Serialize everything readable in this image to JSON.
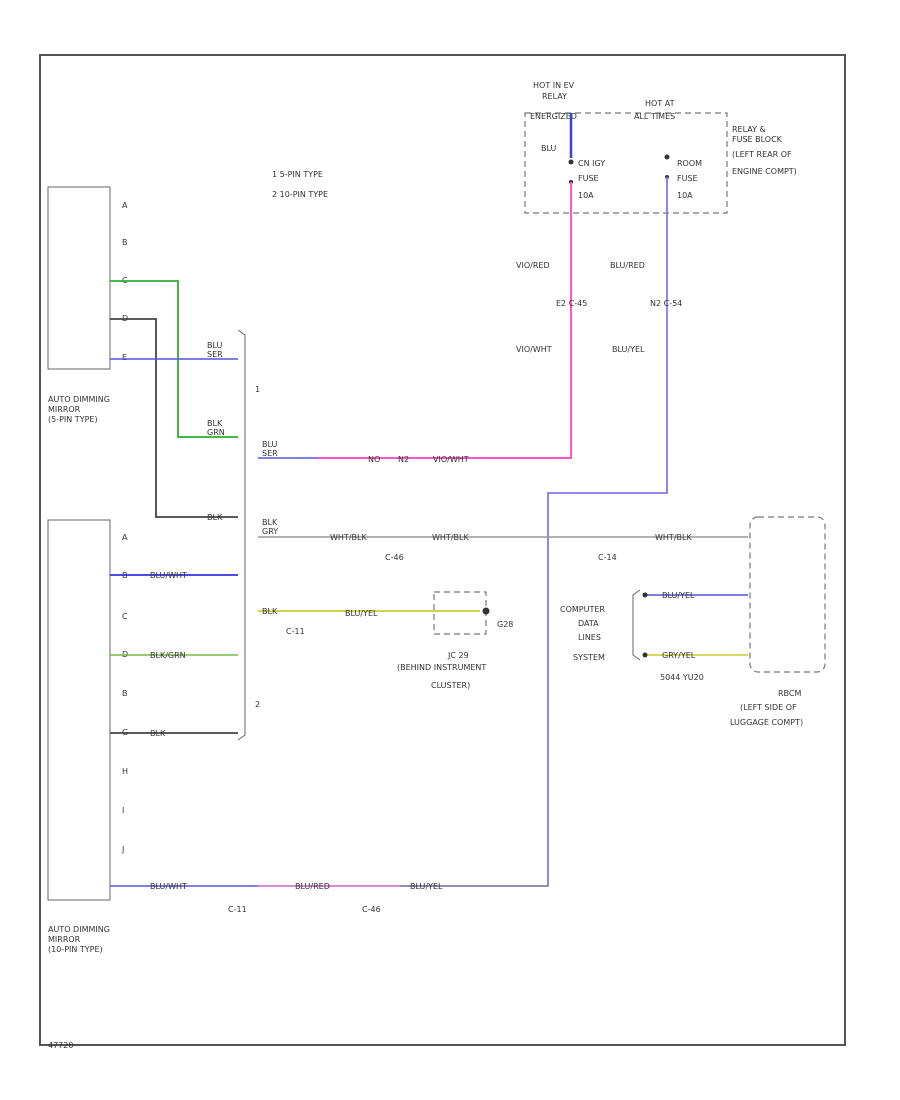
{
  "legend": {
    "item1": "1  5-PIN TYPE",
    "item2": "2  10-PIN TYPE"
  },
  "components": {
    "mirror_5pin": {
      "line1": "AUTO DIMMING",
      "line2": "MIRROR",
      "line3": "(5-PIN TYPE)"
    },
    "mirror_10pin": {
      "line1": "AUTO DIMMING",
      "line2": "MIRROR",
      "line3": "(10-PIN TYPE)"
    },
    "hot_in_run": {
      "line1": "HOT IN EV",
      "line2": "RELAY",
      "line3": "ENERGIZED"
    },
    "hot_at_all_times": {
      "line1": "HOT AT",
      "line2": "ALL TIMES"
    },
    "relay_fuse_block": {
      "line1": "RELAY &",
      "line2": "FUSE BLOCK",
      "line3": "(LEFT REAR OF",
      "line4": "ENGINE COMPT)"
    },
    "fuse_left": {
      "line1": "CN IGY",
      "line2": "FUSE",
      "line3": "10A"
    },
    "fuse_right": {
      "line1": "ROOM",
      "line2": "FUSE",
      "line3": "10A"
    },
    "instrument_cluster": {
      "line1": "JC 29",
      "line2": "(BEHIND INSTRUMENT",
      "line3": "CLUSTER)"
    },
    "ground": "G28",
    "computer_data": {
      "line1": "COMPUTER",
      "line2": "DATA",
      "line3": "LINES",
      "line4": "SYSTEM"
    },
    "rbcm": {
      "line1": "RBCM",
      "line2": "(LEFT SIDE OF",
      "line3": "LUGGAGE COMPT)"
    },
    "rbcm_conn": "5044 YU20"
  },
  "pins_5pin": [
    "A",
    "B",
    "C",
    "D",
    "E"
  ],
  "pins_10pin": [
    "A",
    "B",
    "C",
    "D",
    "B",
    "G",
    "H",
    "I",
    "J"
  ],
  "wires": {
    "blu_left": "BLU",
    "vio_red": "VIO/RED",
    "blu_red": "BLU/RED",
    "conn_e": "E2  C-45",
    "conn_d": "N2  C-54",
    "vio_wht_top": "VIO/WHT",
    "blu_yel_top": "BLU/YEL",
    "blu_ser_a": "BLU\nSER",
    "blk_grn": "BLK\nGRN",
    "blk": "BLK",
    "blu_ser_b": "BLU\nSER",
    "mid_a": "NO",
    "mid_b": "N2",
    "vio_wht_mid": "VIO/WHT",
    "blk_gry": "BLK\nGRY",
    "wht_blk_a": "WHT/BLK",
    "wht_blk_b": "WHT/BLK",
    "wht_blk_c": "WHT/BLK",
    "c46": "C-46",
    "c14": "C-14",
    "blu_wht_10": "BLU/WHT",
    "blk_grn_10": "BLK/GRN",
    "blk_10": "BLK",
    "blk_c11": "BLK",
    "c11": "C-11",
    "blu_yel_mid": "BLU/YEL",
    "blu_yel_r1": "BLU/YEL",
    "gry_yel": "GRY/YEL",
    "blu_wht_bot": "BLU/WHT",
    "blu_red_bot": "BLU/RED",
    "blu_yel_bot": "BLU/YEL",
    "c11_bot": "C-11",
    "c46_bot": "C-46",
    "type1": "1",
    "type2": "2"
  },
  "footer": "47720"
}
